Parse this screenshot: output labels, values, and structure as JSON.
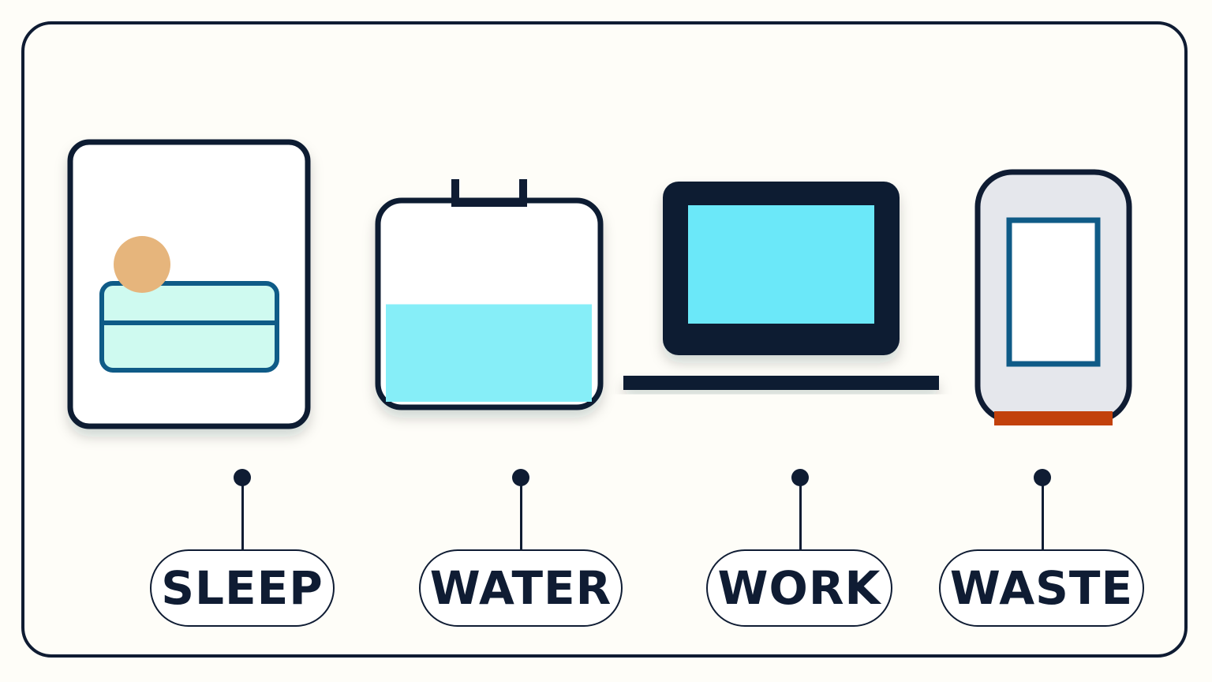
{
  "labels": {
    "sleep": "SLEEP",
    "water": "WATER",
    "work": "WORK",
    "waste": "WASTE"
  },
  "icons": {
    "sleep": "bed-icon",
    "water": "water-tank-icon",
    "work": "laptop-icon",
    "waste": "waste-bin-icon"
  },
  "colors": {
    "outline": "#0f1c33",
    "water_fill": "#86eef8",
    "screen": "#6be8f9",
    "blanket": "#cffaf0",
    "blanket_edge": "#0f5b87",
    "head": "#e6b57c",
    "bin_body": "#e5e7ec",
    "bin_base": "#c2410c"
  },
  "water_level": 0.5
}
